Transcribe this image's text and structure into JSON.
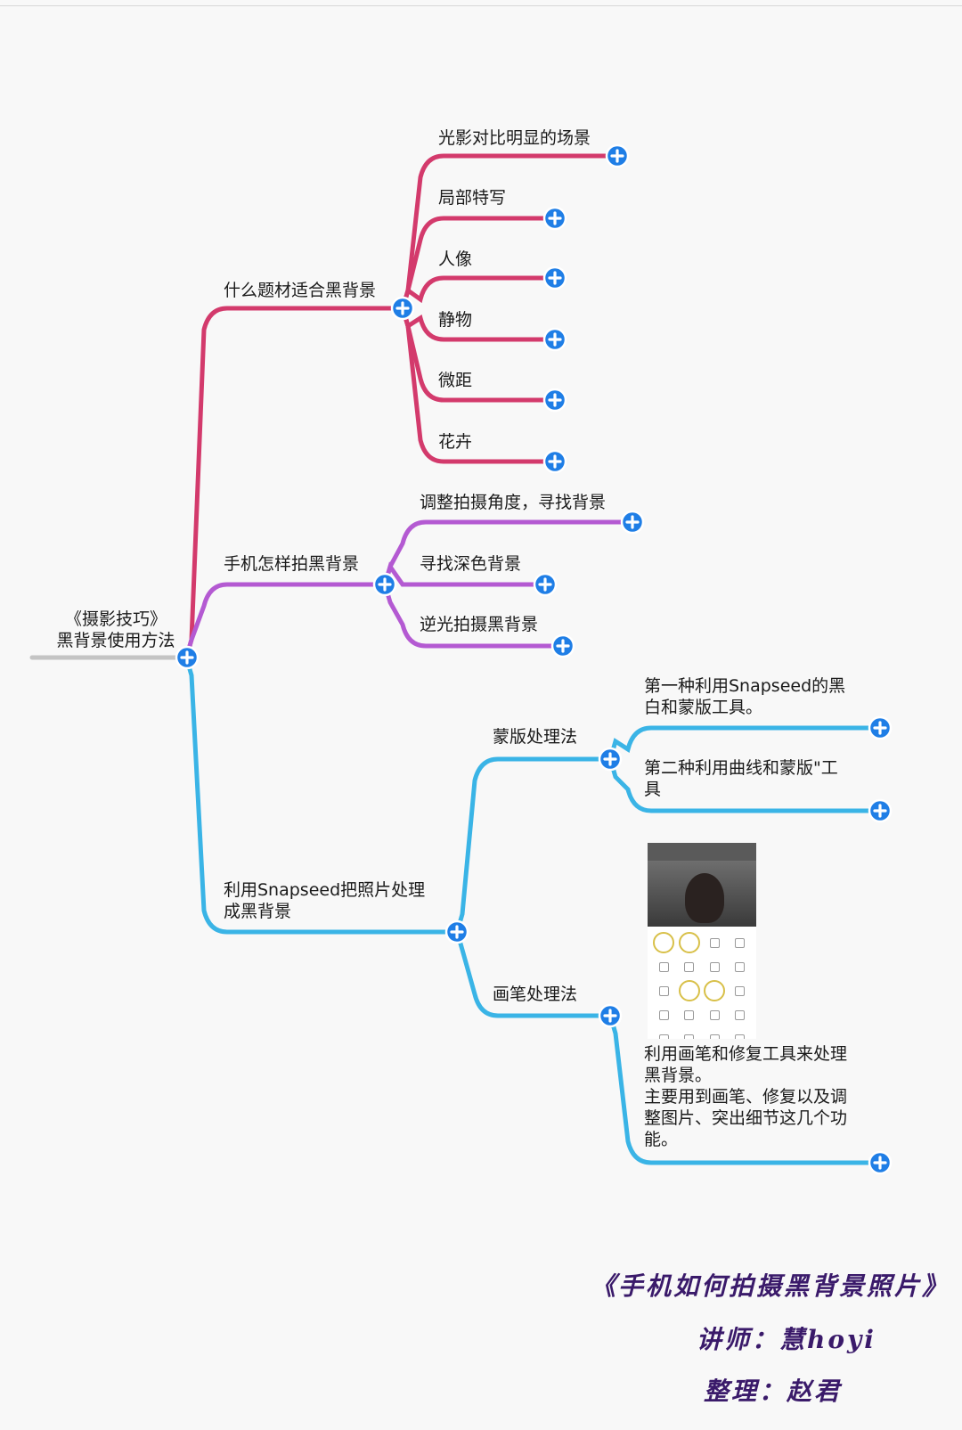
{
  "colors": {
    "red_branch": "#d33a6c",
    "purple_branch": "#b45ad2",
    "blue_branch": "#3ab4e6",
    "root_line": "#c4c4c4",
    "expand_button": "#1f7ee6",
    "background": "#f8f8f8"
  },
  "icons": {
    "expand": "plus-circle-icon"
  },
  "mindmap": {
    "root": {
      "label": "《摄影技巧》\n黑背景使用方法"
    },
    "branches": [
      {
        "label": "什么题材适合黑背景",
        "color": "red",
        "children": [
          {
            "label": "光影对比明显的场景"
          },
          {
            "label": "局部特写"
          },
          {
            "label": "人像"
          },
          {
            "label": "静物"
          },
          {
            "label": "微距"
          },
          {
            "label": "花卉"
          }
        ]
      },
      {
        "label": "手机怎样拍黑背景",
        "color": "purple",
        "children": [
          {
            "label": "调整拍摄角度，寻找背景"
          },
          {
            "label": "寻找深色背景"
          },
          {
            "label": "逆光拍摄黑背景"
          }
        ]
      },
      {
        "label": "利用Snapseed把照片处理\n成黑背景",
        "color": "blue",
        "children": [
          {
            "label": "蒙版处理法",
            "children": [
              {
                "label": "第一种利用Snapseed的黑\n白和蒙版工具。"
              },
              {
                "label": "第二种利用曲线和蒙版\"工\n具"
              }
            ]
          },
          {
            "label": "画笔处理法",
            "children": [
              {
                "label": "利用画笔和修复工具来处理\n黑背景。\n主要用到画笔、修复以及调\n整图片、突出细节这几个功\n能。"
              }
            ]
          }
        ]
      }
    ]
  },
  "footer": {
    "title": "《手机如何拍摄黑背景照片》",
    "lecturer": "讲师：慧hoyi",
    "editor": "整理：赵君"
  }
}
